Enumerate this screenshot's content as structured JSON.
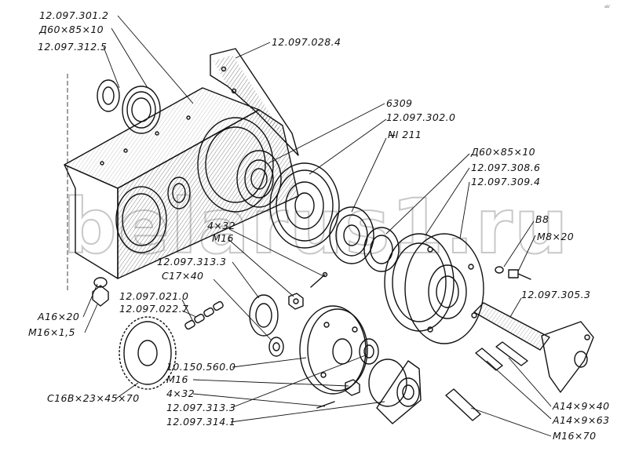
{
  "watermark": "belarus1.ru",
  "corner_mark": "ab'",
  "labels": {
    "housing_cover": "12.097.301.2",
    "seal_top": "Д60×85×10",
    "bushing_top": "12.097.312.5",
    "bracket": "12.097.028.4",
    "bearing_6309": "6309",
    "gear_302": "12.097.302.0",
    "nut_211": "N̶I 211",
    "seal_right": "Д60×85×10",
    "cover_308": "12.097.308.6",
    "flange_309": "12.097.309.4",
    "washer_b8": "В8",
    "bolt_m8": "М8×20",
    "pin_4x32_top": "4×32",
    "nut_m16_top": "М16",
    "bushing_313_top": "12.097.313.3",
    "ring_c17": "С17×40",
    "shaft_305": "12.097.305.3",
    "chain_021": "12.097.021.0",
    "chain_022": "12.097.022.7",
    "washer_a16": "А16×20",
    "bolt_m16x15": "М16×1,5",
    "hub_560": "10.150.560.0",
    "nut_m16_bot": "М16",
    "pin_4x32_bot": "4×32",
    "bushing_313_bot": "12.097.313.3",
    "flange_314": "12.097.314.1",
    "sprocket": "С16В×23×45×70",
    "key_a14_40": "А14×9×40",
    "key_a14_63": "А14×9×63",
    "bolt_m16x70": "М16×70"
  }
}
